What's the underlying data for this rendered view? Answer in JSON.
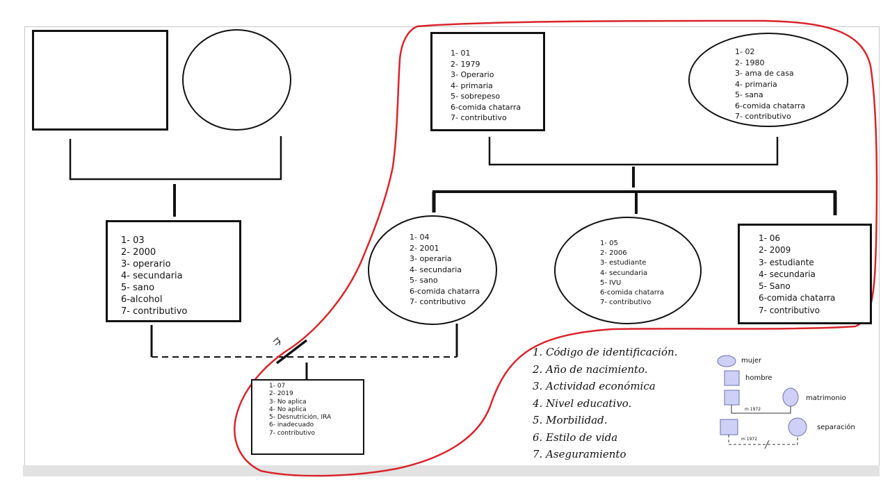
{
  "nodes": {
    "n01": [
      "1- 01",
      "2- 1979",
      "3- Operario",
      "4- primaria",
      "5- sobrepeso",
      "6-comida chatarra",
      "7- contributivo"
    ],
    "n02": [
      "1- 02",
      "2- 1980",
      "3- ama de casa",
      "4- primaria",
      "5- sana",
      "6-comida chatarra",
      "7- contributivo"
    ],
    "n03": [
      "1- 03",
      "2- 2000",
      "3- operario",
      "4- secundaria",
      "5- sano",
      "6-alcohol",
      "7- contributivo"
    ],
    "n04": [
      "1- 04",
      "2- 2001",
      "3- operaria",
      "4- secundaria",
      "5- sano",
      "6-comida chatarra",
      "7- contributivo"
    ],
    "n05": [
      "1- 05",
      "2- 2006",
      "3- estudiante",
      "4- secundaria",
      "5- IVU",
      "6-comida chatarra",
      "7- contributivo"
    ],
    "n06": [
      "1- 06",
      "2- 2009",
      "3- estudiante",
      "4- secundaria",
      "5- Sano",
      "6-comida chatarra",
      "7- contributivo"
    ],
    "n07": [
      "1- 07",
      "2- 2019",
      "3- No aplica",
      "4- No aplica",
      "5- Desnutrición, IRA",
      "6- inadecuado",
      "7- contributivo"
    ]
  },
  "legend": [
    "1. Código de identificación.",
    "2. Año de nacimiento.",
    "3. Actividad económica",
    "4. Nivel educativo.",
    "5. Morbilidad.",
    "6. Estilo de vida",
    "7. Aseguramiento"
  ],
  "key": {
    "mujer": "mujer",
    "hombre": "hombre",
    "matrimonio": "matrimonio",
    "separacion": "separación",
    "m_year": "m 1972",
    "s_year": "m 1972"
  },
  "colors": {
    "annotation": "#d9232a",
    "symbol_fill": "#cfd0f5",
    "symbol_stroke": "#6a6fb0"
  }
}
